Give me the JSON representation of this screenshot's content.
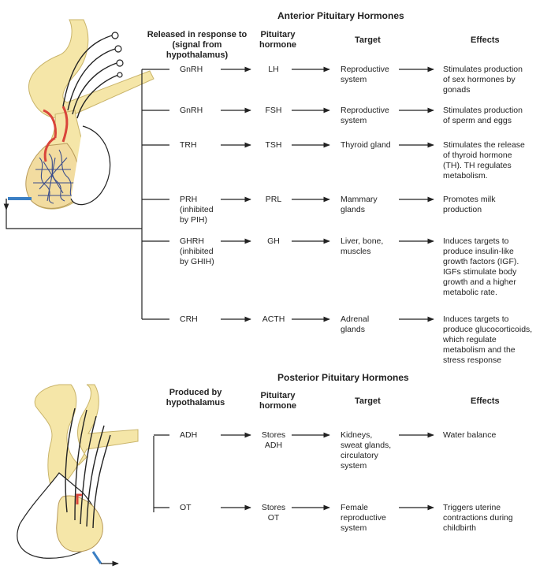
{
  "anterior": {
    "title": "Anterior Pituitary Hormones",
    "headers": {
      "released": "Released in response to\n(signal from hypothalamus)",
      "hormone": "Pituitary\nhormone",
      "target": "Target",
      "effects": "Effects"
    },
    "rows": [
      {
        "signal": "GnRH",
        "hormone": "LH",
        "target": "Reproductive\nsystem",
        "effect": "Stimulates production\nof sex hormones by\ngonads"
      },
      {
        "signal": "GnRH",
        "hormone": "FSH",
        "target": "Reproductive\nsystem",
        "effect": "Stimulates production\nof sperm and eggs"
      },
      {
        "signal": "TRH",
        "hormone": "TSH",
        "target": "Thyroid gland",
        "effect": "Stimulates the release\nof thyroid hormone\n(TH). TH regulates\nmetabolism."
      },
      {
        "signal": "PRH\n(inhibited\nby PIH)",
        "hormone": "PRL",
        "target": "Mammary\nglands",
        "effect": "Promotes milk\nproduction"
      },
      {
        "signal": "GHRH\n(inhibited\nby GHIH)",
        "hormone": "GH",
        "target": "Liver, bone,\nmuscles",
        "effect": "Induces targets to\nproduce insulin-like\ngrowth factors (IGF).\nIGFs stimulate body\ngrowth and a higher\nmetabolic rate."
      },
      {
        "signal": "CRH",
        "hormone": "ACTH",
        "target": "Adrenal\nglands",
        "effect": "Induces targets to\nproduce glucocorticoids,\nwhich regulate\nmetabolism and the\nstress response"
      }
    ]
  },
  "posterior": {
    "title": "Posterior Pituitary Hormones",
    "headers": {
      "produced": "Produced by\nhypothalamus",
      "hormone": "Pituitary\nhormone",
      "target": "Target",
      "effects": "Effects"
    },
    "rows": [
      {
        "signal": "ADH",
        "hormone": "Stores\nADH",
        "target": "Kidneys,\nsweat glands,\ncirculatory\nsystem",
        "effect": "Water balance"
      },
      {
        "signal": "OT",
        "hormone": "Stores\nOT",
        "target": "Female\nreproductive\nsystem",
        "effect": "Triggers uterine\ncontractions during\nchildbirth"
      }
    ]
  },
  "colors": {
    "tissue": "#f5e6a8",
    "tissue_stroke": "#c9b46a",
    "artery": "#d9453a",
    "vein": "#3b7fc4",
    "line": "#222222"
  }
}
